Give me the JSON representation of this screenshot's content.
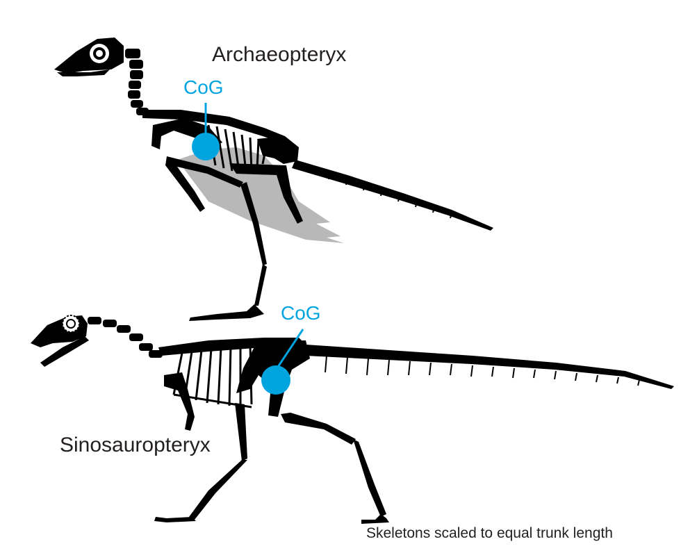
{
  "figure": {
    "colors": {
      "bone": "#000000",
      "cog": "#00a5e0",
      "feather": "#b8b8b8",
      "background": "#ffffff"
    },
    "archaeopteryx": {
      "name": "Archaeopteryx",
      "cog_label": "CoG"
    },
    "sinosauropteryx": {
      "name": "Sinosauropteryx",
      "cog_label": "CoG"
    },
    "caption": "Skeletons scaled to equal trunk length"
  }
}
